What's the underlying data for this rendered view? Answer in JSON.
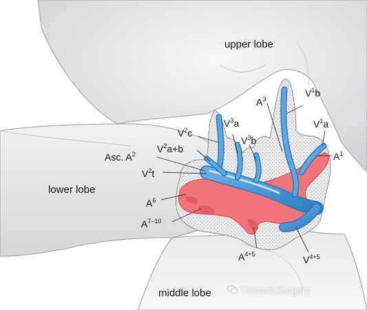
{
  "lobes": {
    "upper": "upper lobe",
    "lower": "lower lobe",
    "middle": "middle lobe"
  },
  "labels": {
    "A3": {
      "base": "A",
      "sup": "3"
    },
    "V1b": {
      "base": "V",
      "sup": "1",
      "tail": "b"
    },
    "V1a": {
      "base": "V",
      "sup": "1",
      "tail": "a"
    },
    "A1": {
      "base": "A",
      "sup": "1"
    },
    "V2c": {
      "base": "V",
      "sup": "2",
      "tail": "c"
    },
    "V3a": {
      "base": "V",
      "sup": "3",
      "tail": "a"
    },
    "V3b": {
      "base": "V",
      "sup": "3",
      "tail": "b"
    },
    "V2ab": {
      "base": "V",
      "sup": "2",
      "tail": "a+b"
    },
    "AscA2": {
      "base": "Asc. A",
      "sup": "2"
    },
    "V2t": {
      "base": "V",
      "sup": "2",
      "tail": "t"
    },
    "A6": {
      "base": "A",
      "sup": "6"
    },
    "A710": {
      "base": "A",
      "sup": "7–10"
    },
    "A45": {
      "base": "A",
      "sup": "4+5"
    },
    "V45": {
      "base": "V",
      "sup": "4+5"
    }
  },
  "watermark": "ThoracicSurgery",
  "colors": {
    "artery": "#f0747a",
    "vein": "#4f9bd6",
    "lung": "#e7e7e9",
    "hilum": "#d9d9d9"
  }
}
